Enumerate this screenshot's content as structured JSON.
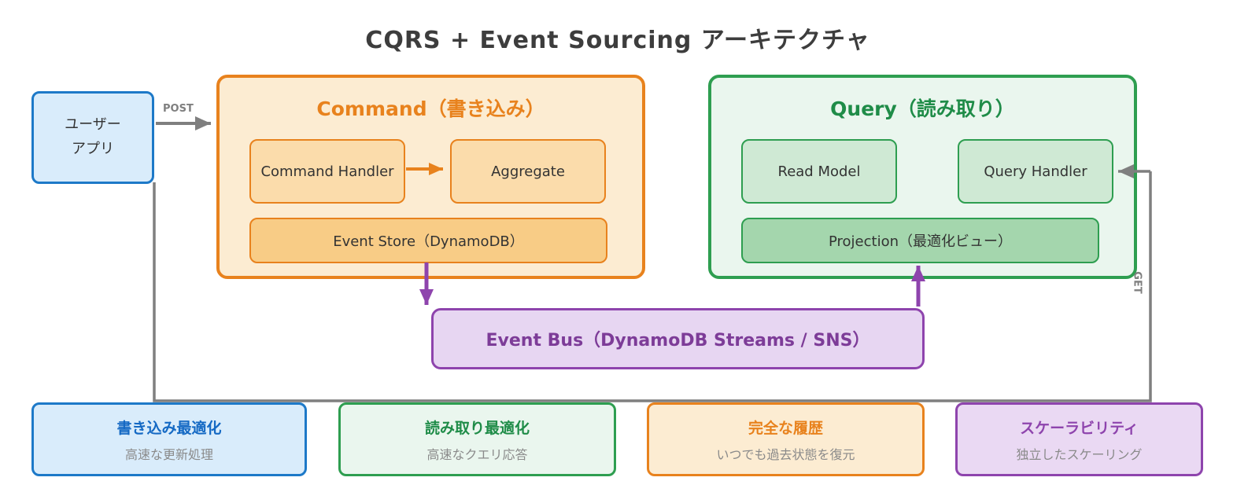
{
  "title": "CQRS + Event Sourcing アーキテクチャ",
  "user_app": {
    "line1": "ユーザー",
    "line2": "アプリ"
  },
  "edges": {
    "post_label": "POST",
    "get_label": "GET"
  },
  "command": {
    "title": "Command（書き込み）",
    "handler_label": "Command Handler",
    "aggregate_label": "Aggregate",
    "event_store_label": "Event Store（DynamoDB）"
  },
  "query": {
    "title": "Query（読み取り）",
    "read_model_label": "Read Model",
    "query_handler_label": "Query Handler",
    "projection_label": "Projection（最適化ビュー）"
  },
  "event_bus": {
    "label": "Event Bus（DynamoDB Streams / SNS）"
  },
  "benefits": [
    {
      "title": "書き込み最適化",
      "subtitle": "高速な更新処理",
      "accent": "blue"
    },
    {
      "title": "読み取り最適化",
      "subtitle": "高速なクエリ応答",
      "accent": "green"
    },
    {
      "title": "完全な履歴",
      "subtitle": "いつでも過去状態を復元",
      "accent": "orange"
    },
    {
      "title": "スケーラビリティ",
      "subtitle": "独立したスケーリング",
      "accent": "purple"
    }
  ],
  "colors": {
    "blue": "#1d79c8",
    "orange": "#e8821d",
    "green": "#2e9e50",
    "purple": "#8e44ad",
    "gray": "#7f7f7f",
    "title_text": "#3d3d3d"
  }
}
